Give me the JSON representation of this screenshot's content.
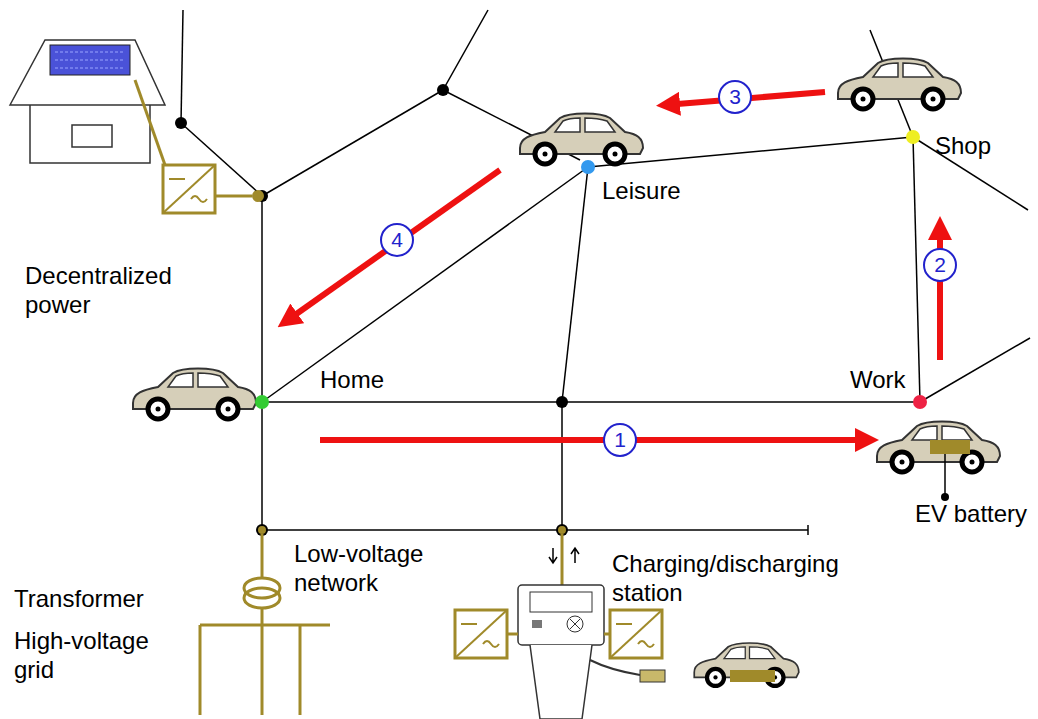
{
  "diagram": {
    "nodes": [
      {
        "text": [
          "Home"
        ]
      },
      {
        "text": [
          "Work"
        ]
      },
      {
        "text": [
          "Shop"
        ]
      },
      {
        "text": [
          "Leisure"
        ]
      }
    ],
    "edges": [
      {
        "from": 0,
        "to": 1,
        "arrow": "to",
        "label": "1"
      },
      {
        "from": 1,
        "to": 2,
        "arrow": "to",
        "label": "2"
      },
      {
        "from": 2,
        "to": 3,
        "arrow": "to",
        "label": "3"
      },
      {
        "from": 3,
        "to": 0,
        "arrow": "to",
        "label": "4"
      }
    ],
    "labels": [
      "Decentralized power",
      "EV battery",
      "Low-voltage network",
      "Charging/discharging station",
      "Transformer",
      "High-voltage grid"
    ]
  }
}
